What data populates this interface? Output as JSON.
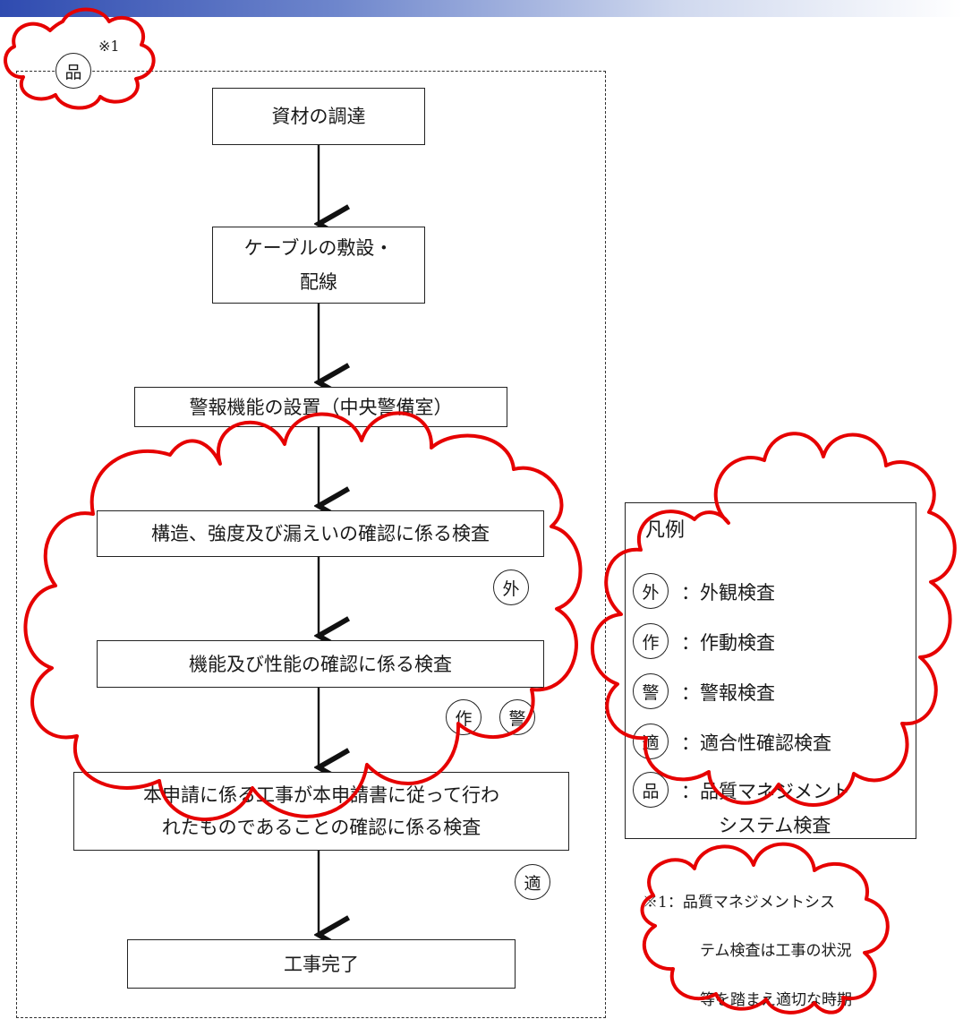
{
  "diagram": {
    "header_note_mark": "※1",
    "frame_quality_badge": "品",
    "steps": [
      {
        "label": "資材の調達"
      },
      {
        "label": "ケーブルの敷設・\n配線"
      },
      {
        "label": "警報機能の設置（中央警備室）"
      },
      {
        "label": "構造、強度及び漏えいの確認に係る検査",
        "badges": [
          "外"
        ]
      },
      {
        "label": "機能及び性能の確認に係る検査",
        "badges": [
          "作",
          "警"
        ]
      },
      {
        "label": "本申請に係る工事が本申請書に従って行わ\nれたものであることの確認に係る検査",
        "badges": [
          "適"
        ]
      },
      {
        "label": "工事完了"
      }
    ]
  },
  "legend": {
    "title": "凡例",
    "items": [
      {
        "symbol": "外",
        "text": "：外観検査"
      },
      {
        "symbol": "作",
        "text": "：作動検査"
      },
      {
        "symbol": "警",
        "text": "：警報検査"
      },
      {
        "symbol": "適",
        "text": "：適合性確認検査"
      },
      {
        "symbol": "品",
        "text": "：品質マネジメント"
      }
    ],
    "continuation": "システム検査"
  },
  "footnote": {
    "lines": [
      "※1：品質マネジメントシス",
      "テム検査は工事の状況",
      "等を踏まえ適切な時期"
    ]
  },
  "colors": {
    "annotation_red": "#e60000",
    "header_gradient_start": "#2f4bb0"
  }
}
